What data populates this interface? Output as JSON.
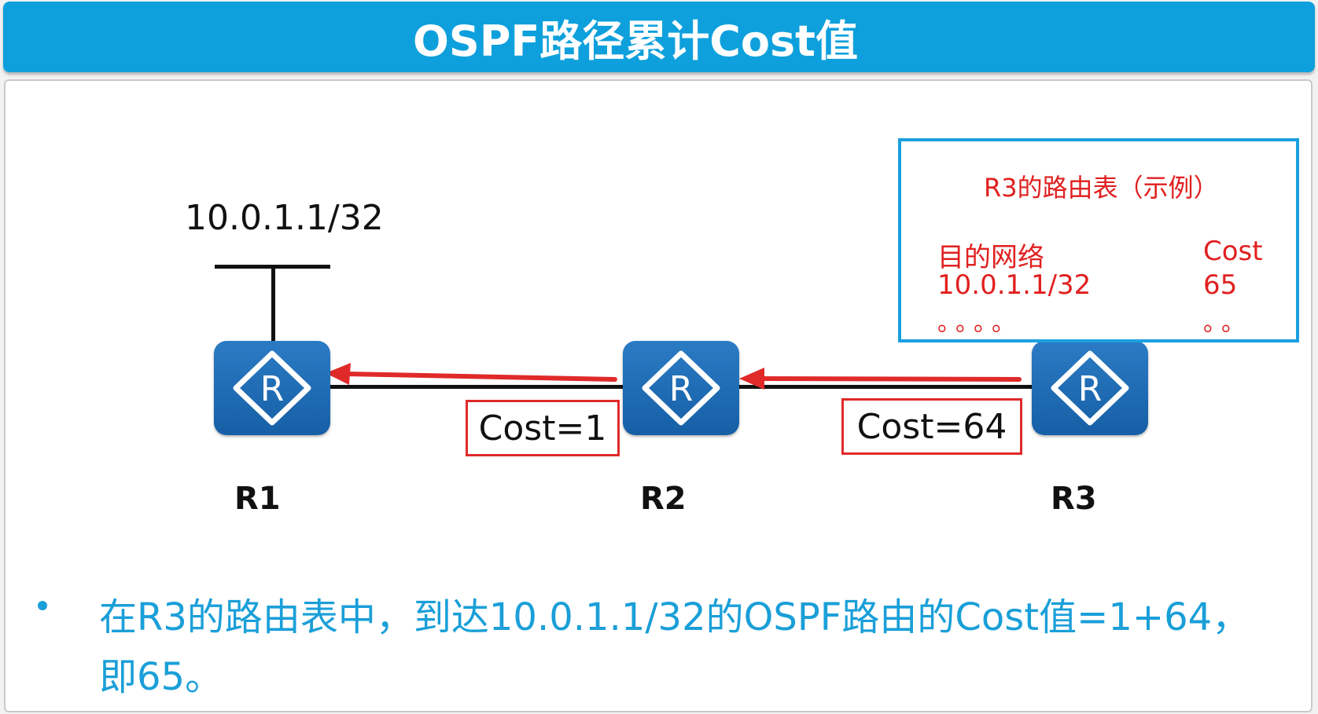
{
  "title": "OSPF路径累计Cost值",
  "network": {
    "subnet_label": "10.0.1.1/32"
  },
  "routers": [
    {
      "name": "R1"
    },
    {
      "name": "R2"
    },
    {
      "name": "R3"
    }
  ],
  "links": [
    {
      "cost_label": "Cost=1"
    },
    {
      "cost_label": "Cost=64"
    }
  ],
  "routing_table": {
    "title": "R3的路由表（示例）",
    "col_dest": "目的网络",
    "col_cost": "Cost",
    "dest_value": "10.0.1.1/32",
    "cost_value": "65",
    "dest_more": "。。。。",
    "cost_more": "。。"
  },
  "summary": "在R3的路由表中，到达10.0.1.1/32的OSPF路由的Cost值=1+64，即65。",
  "colors": {
    "title_bar": "#0ea0dc",
    "router": "#1a69b0",
    "highlight_red": "#e02a2a",
    "table_border": "#1aa0e0",
    "summary_text": "#1a9fd8"
  },
  "icons": {
    "router": "router-icon",
    "bullet": "bullet-icon"
  }
}
